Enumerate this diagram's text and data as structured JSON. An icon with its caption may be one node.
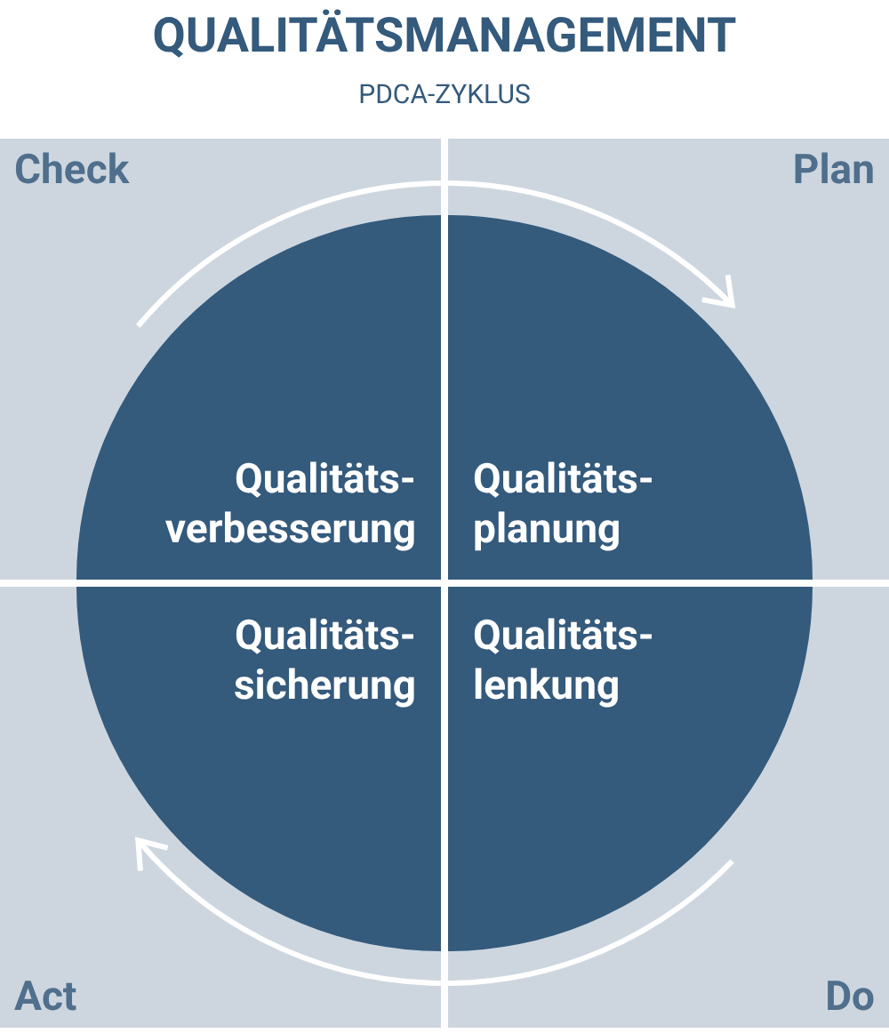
{
  "diagram": {
    "title": "QUALITÄTSMANAGEMENT",
    "nodes": [
      {
        "text": [
          "Check"
        ]
      },
      {
        "text": [
          "Plan"
        ]
      },
      {
        "text": [
          "Act"
        ]
      },
      {
        "text": [
          "Do"
        ]
      },
      {
        "text": [
          "Qualitäts- verbesserung"
        ],
        "in": 0
      },
      {
        "text": [
          "Qualitäts- planung"
        ],
        "in": 1
      },
      {
        "text": [
          "Qualitäts- sicherung"
        ],
        "in": 2
      },
      {
        "text": [
          "Qualitäts- lenkung"
        ],
        "in": 3
      }
    ],
    "edges": [
      {
        "from": 4,
        "to": 5,
        "arrow": "to"
      },
      {
        "from": 7,
        "to": 6,
        "arrow": "to"
      }
    ],
    "labels": [
      "PDCA-ZYKLUS"
    ]
  }
}
